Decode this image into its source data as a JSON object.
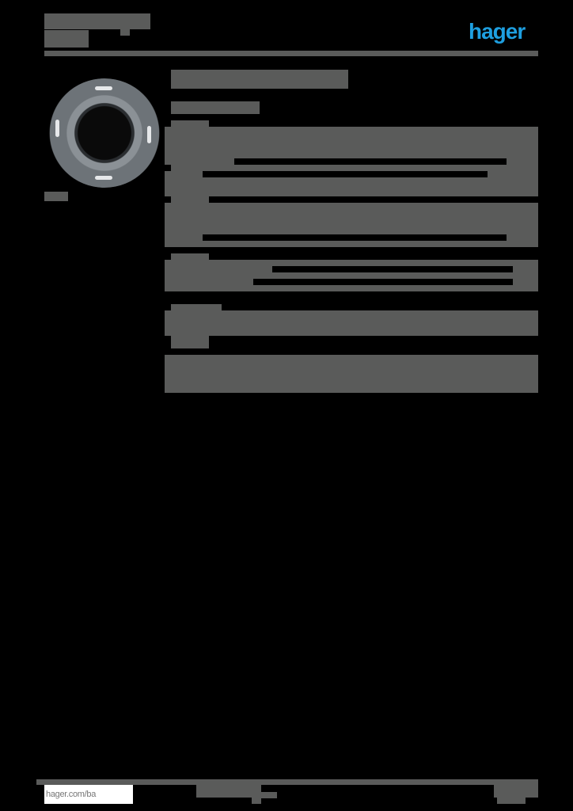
{
  "header": {
    "title": "[redacted]",
    "subtitle": "[redacted]",
    "brand_logo": "hager",
    "brand_color": "#1e9fe0"
  },
  "product_image": {
    "caption": "[redacted]"
  },
  "main": {
    "product_title": "[redacted]",
    "article_number": "[redacted]",
    "sections": [
      {
        "heading": "[redacted]",
        "rows": [
          "[redacted]",
          "[redacted]",
          "[redacted]",
          "[redacted]"
        ]
      },
      {
        "heading": "[redacted]",
        "rows": [
          "[redacted]",
          "[redacted]",
          "[redacted]"
        ]
      },
      {
        "heading": "[redacted]",
        "rows": [
          "[redacted]",
          "[redacted]"
        ]
      },
      {
        "heading": "[redacted]",
        "rows": [
          "[redacted]",
          "[redacted]"
        ]
      }
    ]
  },
  "footer": {
    "link": "hager.com/ba",
    "center_text": "[redacted]",
    "page": "[redacted]"
  },
  "colors": {
    "redaction": "#5a5b5a",
    "background": "#000000"
  }
}
